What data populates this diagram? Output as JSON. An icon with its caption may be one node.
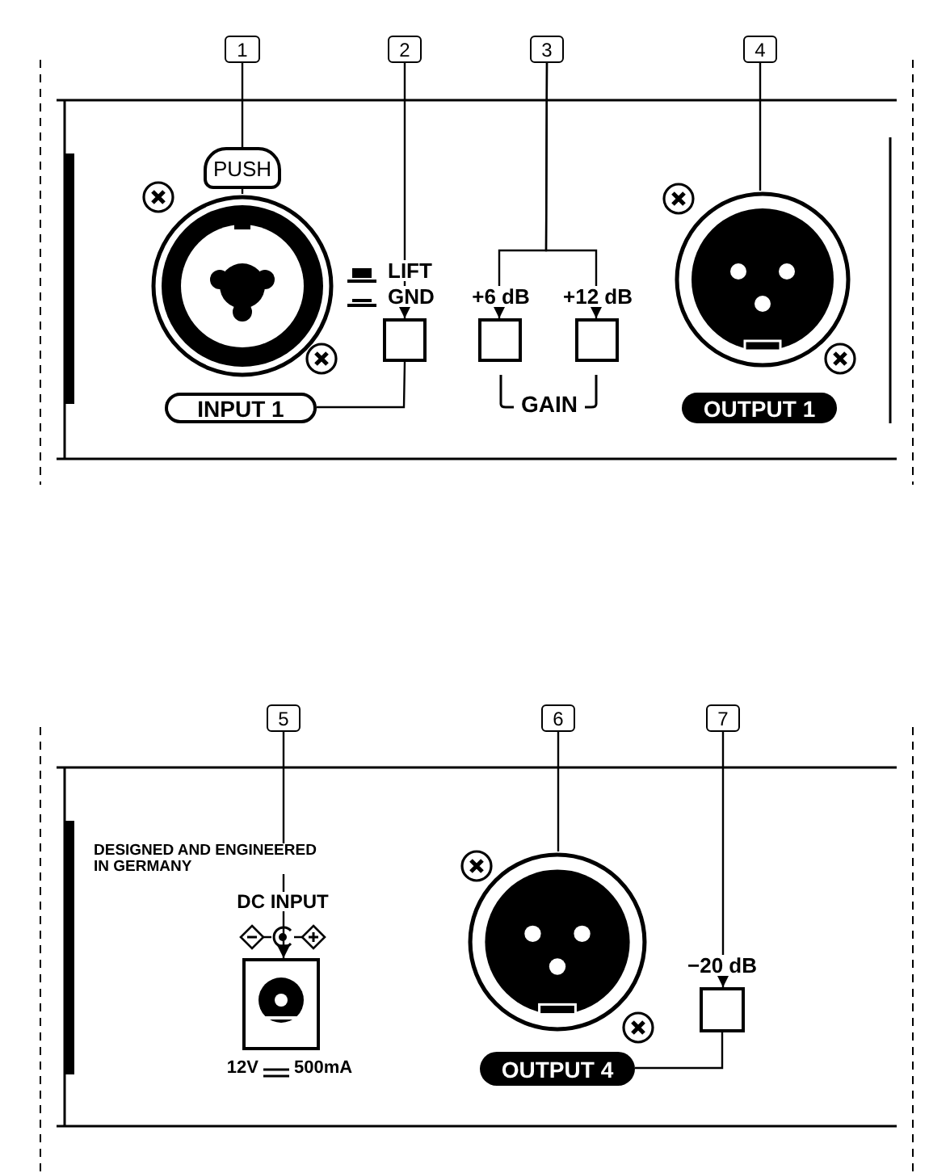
{
  "diagram": {
    "nodes": [
      {
        "text": [
          "1"
        ]
      },
      {
        "text": [
          "2"
        ]
      },
      {
        "text": [
          "3"
        ]
      },
      {
        "text": [
          "4"
        ]
      },
      {
        "text": [
          "PUSH"
        ]
      },
      {
        "text": [],
        "shape": "circle"
      },
      {
        "text": [],
        "shape": "box"
      },
      {
        "text": [],
        "shape": "box"
      },
      {
        "text": [],
        "shape": "box"
      },
      {
        "text": [],
        "shape": "circle"
      },
      {
        "text": [
          "INPUT 1"
        ]
      },
      {
        "text": [
          "OUTPUT 1"
        ]
      },
      {
        "text": [
          "5"
        ]
      },
      {
        "text": [
          "6"
        ]
      },
      {
        "text": [
          "7"
        ]
      },
      {
        "text": [],
        "shape": "box"
      },
      {
        "text": [],
        "shape": "circle"
      },
      {
        "text": [],
        "shape": "box"
      },
      {
        "text": [
          "OUTPUT 4"
        ]
      }
    ],
    "edges": [
      {
        "from": 0,
        "to": 5,
        "arrow": "none"
      },
      {
        "from": 1,
        "to": 6,
        "arrow": "to"
      },
      {
        "from": 2,
        "to": 7,
        "arrow": "to"
      },
      {
        "from": 2,
        "to": 8,
        "arrow": "to"
      },
      {
        "from": 3,
        "to": 9,
        "arrow": "none"
      },
      {
        "from": 6,
        "to": 10,
        "arrow": "none"
      },
      {
        "from": 12,
        "to": 15,
        "arrow": "to"
      },
      {
        "from": 13,
        "to": 16,
        "arrow": "none"
      },
      {
        "from": 14,
        "to": 17,
        "arrow": "to"
      },
      {
        "from": 17,
        "to": 18,
        "arrow": "none"
      }
    ],
    "labels": [
      "LIFT",
      "GND",
      "+6 dB",
      "+12 dB",
      "GAIN",
      "DESIGNED AND ENGINEERED IN GERMANY",
      "DC INPUT",
      "12V",
      "500mA",
      "−20 dB"
    ]
  }
}
